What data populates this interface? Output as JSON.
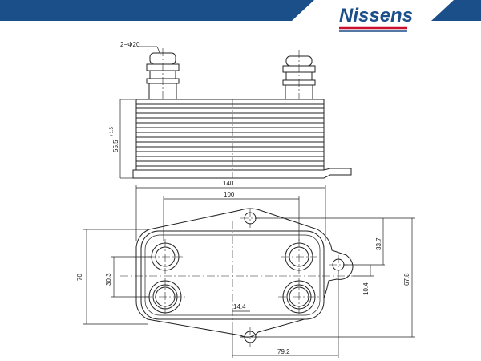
{
  "header": {
    "brand_name": "Nissens",
    "colors": {
      "banner": "#1a4f8a",
      "brand_text": "#1a4f8a",
      "underline_red": "#c8102e"
    }
  },
  "side_view": {
    "pipe_label": "2−Φ20",
    "height_label": "55.5",
    "height_tolerance": "+1.5"
  },
  "plan_view": {
    "top_outer_width": "140",
    "top_inner_width": "100",
    "left_height": "70",
    "left_spacing": "30.3",
    "right_upper": "33.7",
    "right_lower": "10.4",
    "right_total": "67.8",
    "bottom_small": "14.4",
    "bottom_large": "79.2"
  }
}
